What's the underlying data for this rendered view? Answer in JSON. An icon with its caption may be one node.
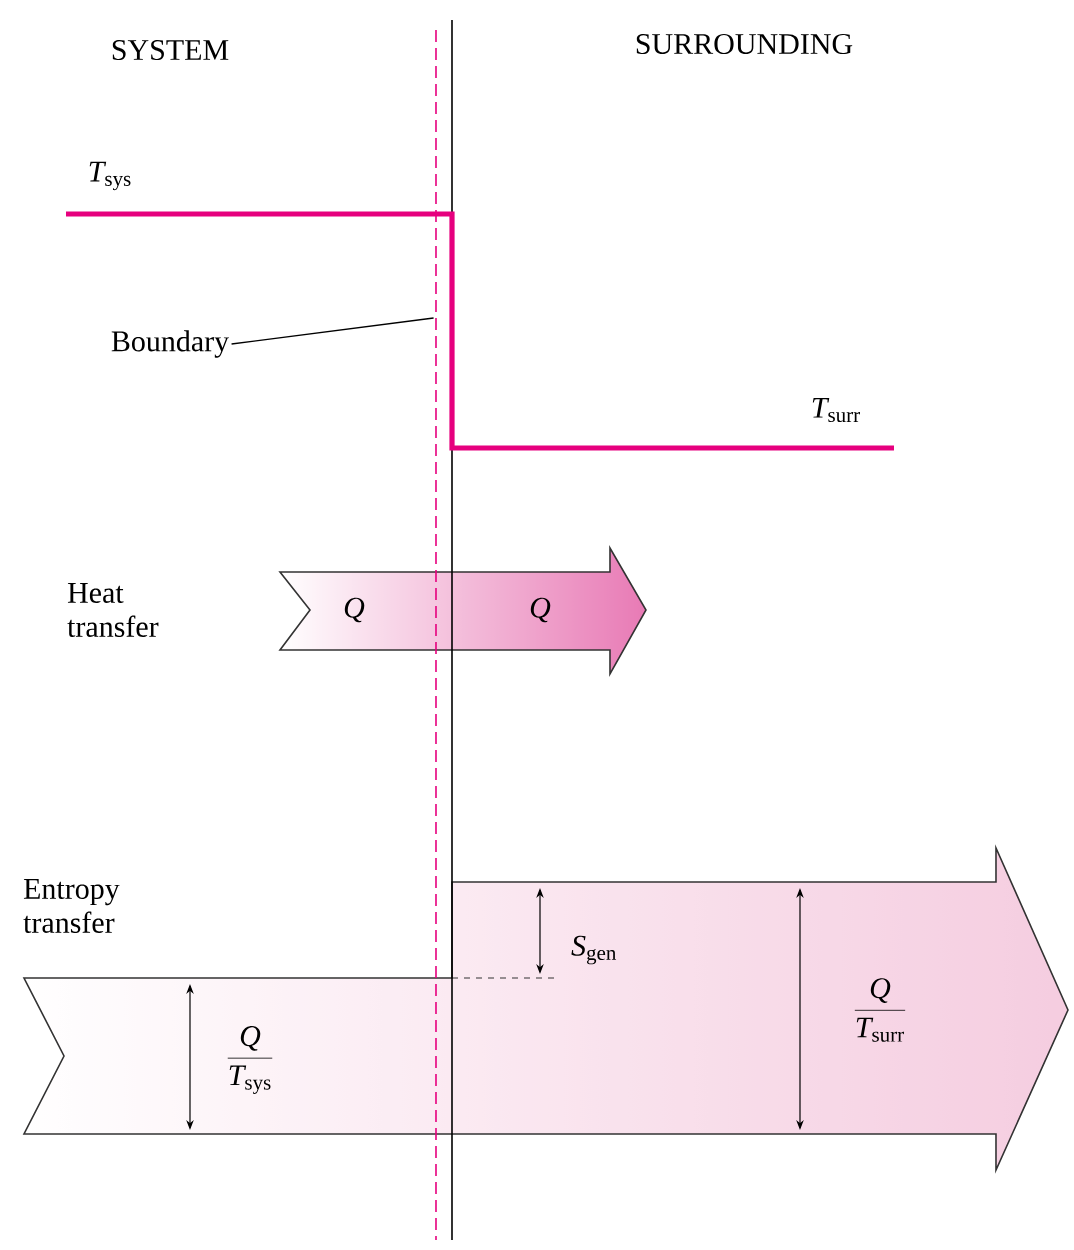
{
  "diagram": {
    "nodes": [
      {
        "text": [
          "Boundary"
        ]
      },
      {
        "text": [],
        "shape": "bar"
      },
      {
        "text": [
          "Q",
          "Q"
        ]
      },
      {
        "text": [
          "\\frac{Q}{T_{\\mathrm{sys}}}",
          "S_{\\mathrm{gen}}",
          "\\frac{Q}{T_{\\mathrm{surr}}}"
        ]
      }
    ],
    "edges": [
      {
        "from": 0,
        "to": 1,
        "arrow": "none"
      }
    ],
    "labels": [
      "SYSTEM",
      "SURROUNDING",
      "T_{\\mathrm{sys}}",
      "T_{\\mathrm{surr}}",
      "Heat transfer",
      "Entropy transfer"
    ]
  }
}
